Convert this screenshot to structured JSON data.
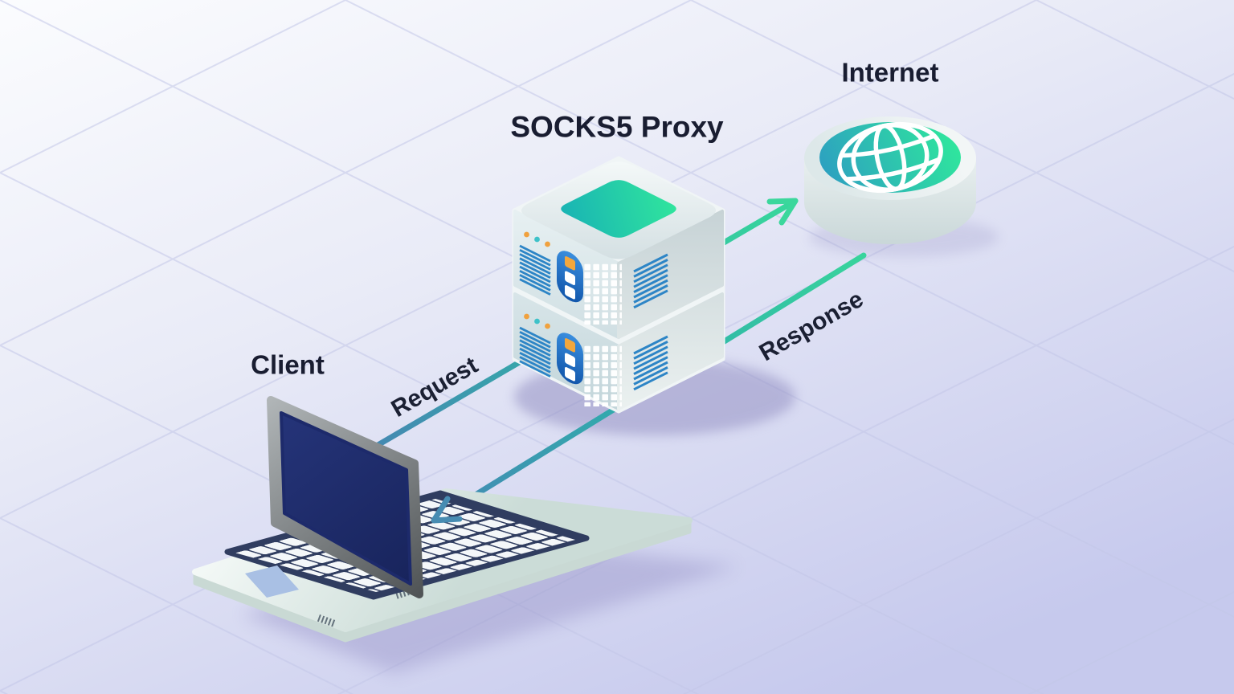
{
  "diagram": {
    "client": {
      "label": "Client",
      "icon": "laptop-icon"
    },
    "proxy": {
      "label": "SOCKS5 Proxy",
      "icon": "server-stack-icon"
    },
    "internet": {
      "label": "Internet",
      "icon": "globe-icon"
    },
    "flows": {
      "request": {
        "label": "Request",
        "from": "Client",
        "to": "Internet",
        "via": "SOCKS5 Proxy"
      },
      "response": {
        "label": "Response",
        "from": "Internet",
        "to": "Client",
        "via": "SOCKS5 Proxy"
      }
    },
    "colors": {
      "label_text": "#191d31",
      "arrow_blue_end": "#4489b2",
      "arrow_green_end": "#36d79c",
      "server_top_accent_left": "#17b0b6",
      "server_top_accent_right": "#32e99b",
      "globe_accent_left": "#2d9dc2",
      "globe_accent_right": "#2fe89c",
      "vent_blue": "#2d85c6",
      "panel_pill_blue": "#1f6fd0",
      "led_orange": "#f0a13e",
      "led_teal": "#3ec2c9",
      "laptop_screen_navy": "#1e2a6e",
      "keyboard_navy": "#303d60",
      "trackpad_blue": "#a9c0e4",
      "background_top": "#fbfcfe",
      "background_bottom": "#c7caee",
      "grid_line": "#c3c7e6",
      "shadow_purple": "#8f8bc0"
    }
  }
}
